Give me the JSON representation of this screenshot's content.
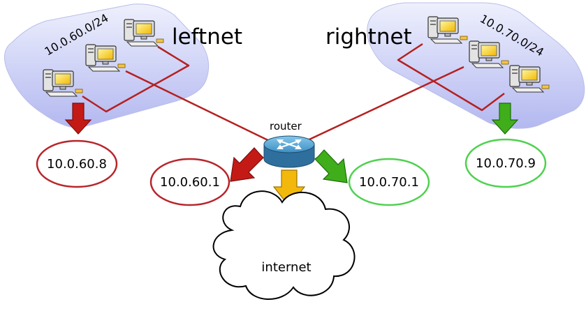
{
  "networks": {
    "left": {
      "name": "leftnet",
      "subnet": "10.0.60.0/24"
    },
    "right": {
      "name": "rightnet",
      "subnet": "10.0.70.0/24"
    }
  },
  "router": {
    "label": "router"
  },
  "addresses": {
    "left_host": "10.0.60.8",
    "router_left": "10.0.60.1",
    "router_right": "10.0.70.1",
    "right_host": "10.0.70.9"
  },
  "cloud": {
    "label": "internet"
  },
  "colors": {
    "cable": "#b52020",
    "left_ellipse": "#b8252b",
    "right_ellipse": "#4fd14f",
    "arrow_red": "#c41a16",
    "arrow_green": "#3fae1a",
    "arrow_yellow": "#f2b90c",
    "subnet_fill": "#c9cdf6"
  }
}
